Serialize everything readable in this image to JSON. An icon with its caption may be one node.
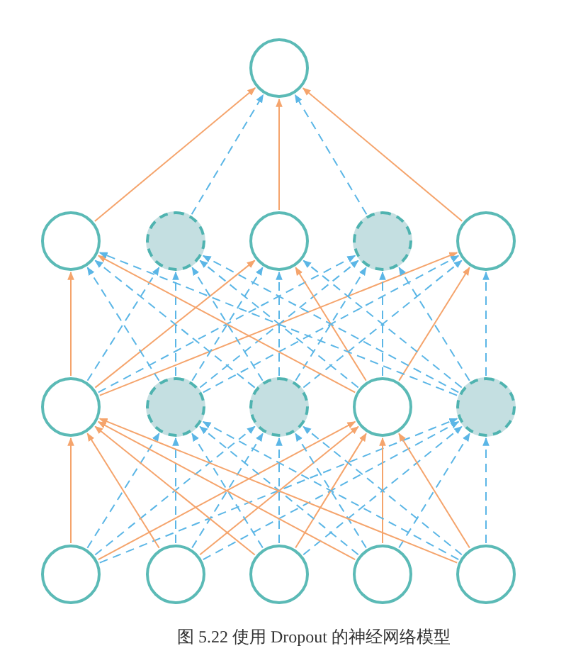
{
  "diagram": {
    "caption": "图 5.22 使用 Dropout 的神经网络模型",
    "nodes": [
      {
        "text": [],
        "shape": "circle"
      },
      {
        "text": [],
        "shape": "circle"
      },
      {
        "text": [],
        "shape": "circle"
      },
      {
        "text": [],
        "shape": "circle"
      },
      {
        "text": [],
        "shape": "circle"
      },
      {
        "text": [],
        "shape": "circle"
      },
      {
        "text": [],
        "shape": "circle"
      },
      {
        "text": [],
        "shape": "circle"
      },
      {
        "text": [],
        "shape": "circle"
      },
      {
        "text": [],
        "shape": "circle"
      },
      {
        "text": [],
        "shape": "circle"
      },
      {
        "text": [],
        "shape": "circle"
      },
      {
        "text": [],
        "shape": "circle"
      },
      {
        "text": [],
        "shape": "circle"
      },
      {
        "text": [],
        "shape": "circle"
      },
      {
        "text": [],
        "shape": "circle"
      }
    ],
    "edges": [
      {
        "from": 11,
        "to": 6,
        "arrow": "to",
        "color": "#f5a46c"
      },
      {
        "from": 11,
        "to": 7,
        "arrow": "to",
        "style": "dashed"
      },
      {
        "from": 11,
        "to": 8,
        "arrow": "to",
        "style": "dashed"
      },
      {
        "from": 11,
        "to": 9,
        "arrow": "to",
        "color": "#f5a46c"
      },
      {
        "from": 11,
        "to": 10,
        "arrow": "to",
        "style": "dashed"
      },
      {
        "from": 12,
        "to": 6,
        "arrow": "to",
        "color": "#f5a46c"
      },
      {
        "from": 12,
        "to": 7,
        "arrow": "to",
        "style": "dashed"
      },
      {
        "from": 12,
        "to": 8,
        "arrow": "to",
        "style": "dashed"
      },
      {
        "from": 12,
        "to": 9,
        "arrow": "to",
        "color": "#f5a46c"
      },
      {
        "from": 12,
        "to": 10,
        "arrow": "to",
        "style": "dashed"
      },
      {
        "from": 13,
        "to": 6,
        "arrow": "to",
        "color": "#f5a46c"
      },
      {
        "from": 13,
        "to": 7,
        "arrow": "to",
        "style": "dashed"
      },
      {
        "from": 13,
        "to": 8,
        "arrow": "to",
        "style": "dashed"
      },
      {
        "from": 13,
        "to": 9,
        "arrow": "to",
        "color": "#f5a46c"
      },
      {
        "from": 13,
        "to": 10,
        "arrow": "to",
        "style": "dashed"
      },
      {
        "from": 14,
        "to": 6,
        "arrow": "to",
        "color": "#f5a46c"
      },
      {
        "from": 14,
        "to": 7,
        "arrow": "to",
        "style": "dashed"
      },
      {
        "from": 14,
        "to": 8,
        "arrow": "to",
        "style": "dashed"
      },
      {
        "from": 14,
        "to": 9,
        "arrow": "to",
        "color": "#f5a46c"
      },
      {
        "from": 14,
        "to": 10,
        "arrow": "to",
        "style": "dashed"
      },
      {
        "from": 15,
        "to": 6,
        "arrow": "to",
        "color": "#f5a46c"
      },
      {
        "from": 15,
        "to": 7,
        "arrow": "to",
        "style": "dashed"
      },
      {
        "from": 15,
        "to": 8,
        "arrow": "to",
        "style": "dashed"
      },
      {
        "from": 15,
        "to": 9,
        "arrow": "to",
        "color": "#f5a46c"
      },
      {
        "from": 15,
        "to": 10,
        "arrow": "to",
        "style": "dashed"
      },
      {
        "from": 6,
        "to": 1,
        "arrow": "to",
        "color": "#f5a46c"
      },
      {
        "from": 6,
        "to": 2,
        "arrow": "to",
        "style": "dashed"
      },
      {
        "from": 6,
        "to": 3,
        "arrow": "to",
        "color": "#f5a46c"
      },
      {
        "from": 6,
        "to": 4,
        "arrow": "to",
        "style": "dashed"
      },
      {
        "from": 6,
        "to": 5,
        "arrow": "to",
        "color": "#f5a46c"
      },
      {
        "from": 7,
        "to": 1,
        "arrow": "to",
        "style": "dashed"
      },
      {
        "from": 7,
        "to": 2,
        "arrow": "to",
        "style": "dashed"
      },
      {
        "from": 7,
        "to": 3,
        "arrow": "to",
        "style": "dashed"
      },
      {
        "from": 7,
        "to": 4,
        "arrow": "to",
        "style": "dashed"
      },
      {
        "from": 7,
        "to": 5,
        "arrow": "to",
        "style": "dashed"
      },
      {
        "from": 8,
        "to": 1,
        "arrow": "to",
        "style": "dashed"
      },
      {
        "from": 8,
        "to": 2,
        "arrow": "to",
        "style": "dashed"
      },
      {
        "from": 8,
        "to": 3,
        "arrow": "to",
        "style": "dashed"
      },
      {
        "from": 8,
        "to": 4,
        "arrow": "to",
        "style": "dashed"
      },
      {
        "from": 8,
        "to": 5,
        "arrow": "to",
        "style": "dashed"
      },
      {
        "from": 9,
        "to": 1,
        "arrow": "to",
        "color": "#f5a46c"
      },
      {
        "from": 9,
        "to": 2,
        "arrow": "to",
        "style": "dashed"
      },
      {
        "from": 9,
        "to": 3,
        "arrow": "to",
        "color": "#f5a46c"
      },
      {
        "from": 9,
        "to": 4,
        "arrow": "to",
        "style": "dashed"
      },
      {
        "from": 9,
        "to": 5,
        "arrow": "to",
        "color": "#f5a46c"
      },
      {
        "from": 10,
        "to": 1,
        "arrow": "to",
        "style": "dashed"
      },
      {
        "from": 10,
        "to": 2,
        "arrow": "to",
        "style": "dashed"
      },
      {
        "from": 10,
        "to": 3,
        "arrow": "to",
        "style": "dashed"
      },
      {
        "from": 10,
        "to": 4,
        "arrow": "to",
        "style": "dashed"
      },
      {
        "from": 10,
        "to": 5,
        "arrow": "to",
        "style": "dashed"
      },
      {
        "from": 1,
        "to": 0,
        "arrow": "to",
        "color": "#f5a46c"
      },
      {
        "from": 2,
        "to": 0,
        "arrow": "to",
        "style": "dashed"
      },
      {
        "from": 3,
        "to": 0,
        "arrow": "to",
        "color": "#f5a46c"
      },
      {
        "from": 4,
        "to": 0,
        "arrow": "to",
        "style": "dashed"
      },
      {
        "from": 5,
        "to": 0,
        "arrow": "to",
        "color": "#f5a46c"
      }
    ]
  }
}
